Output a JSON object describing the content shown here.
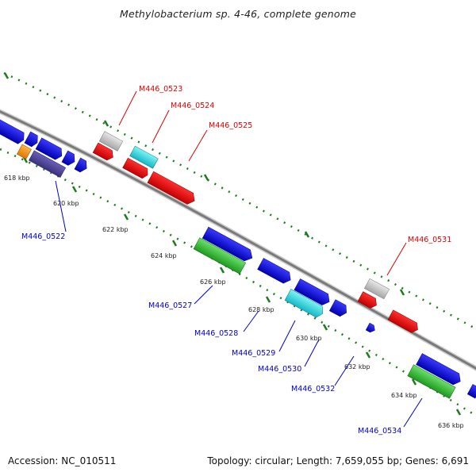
{
  "title": "Methylobacterium sp. 4-46, complete genome",
  "accession_text": "Accession: NC_010511",
  "summary_text": "Topology: circular; Length: 7,659,055 bp; Genes: 6,691",
  "colors": {
    "backbone": "#8c8c8c",
    "tick": "#1f7a1f",
    "label_plus": "#dd0000",
    "label_minus": "#0000cc"
  },
  "kbp_labels": [
    "618 kbp",
    "620 kbp",
    "622 kbp",
    "624 kbp",
    "626 kbp",
    "628 kbp",
    "630 kbp",
    "632 kbp",
    "634 kbp",
    "636 kbp"
  ],
  "gene_labels": {
    "M446_0522": "M446_0522",
    "M446_0523": "M446_0523",
    "M446_0524": "M446_0524",
    "M446_0525": "M446_0525",
    "M446_0527": "M446_0527",
    "M446_0528": "M446_0528",
    "M446_0529": "M446_0529",
    "M446_0530": "M446_0530",
    "M446_0531": "M446_0531",
    "M446_0532": "M446_0532",
    "M446_0534": "M446_0534"
  }
}
